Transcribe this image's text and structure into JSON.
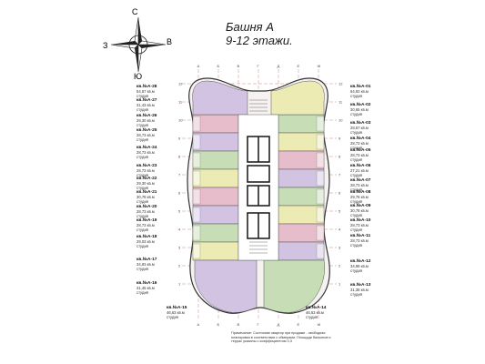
{
  "header": {
    "title": "Башня А",
    "subtitle": "9-12 этажи."
  },
  "compass": {
    "north": "С",
    "south": "Ю",
    "east": "В",
    "west": "З"
  },
  "grid": {
    "columns": [
      "А",
      "Б",
      "В",
      "Г",
      "Д",
      "Е",
      "Ж"
    ],
    "rows": [
      "12",
      "11",
      "10",
      "9",
      "8",
      "7",
      "6",
      "5",
      "4",
      "3",
      "2",
      "1"
    ]
  },
  "apartments_left": [
    {
      "name": "кв.№А-28",
      "area": "54,67 кв.м",
      "type": "студия"
    },
    {
      "name": "кв.№А-27",
      "area": "31,43 кв.м",
      "type": "студия"
    },
    {
      "name": "кв.№А-26",
      "area": "29,30 кв.м",
      "type": "студия"
    },
    {
      "name": "кв.№А-25",
      "area": "28,73 кв.м",
      "type": "студия"
    },
    {
      "name": "кв.№А-24",
      "area": "28,73 кв.м",
      "type": "студия"
    },
    {
      "name": "кв.№А-23",
      "area": "28,73 кв.м",
      "type": "студия"
    },
    {
      "name": "кв.№А-22",
      "area": "29,30 кв.м",
      "type": "студия"
    },
    {
      "name": "кв.№А-21",
      "area": "30,78 кв.м",
      "type": "студия"
    },
    {
      "name": "кв.№А-20",
      "area": "28,73 кв.м",
      "type": "студия"
    },
    {
      "name": "кв.№А-19",
      "area": "28,73 кв.м",
      "type": "студия"
    },
    {
      "name": "кв.№А-18",
      "area": "29,03 кв.м",
      "type": "студия"
    },
    {
      "name": "кв.№А-17",
      "area": "34,93 кв.м",
      "type": "студия"
    },
    {
      "name": "кв.№А-16",
      "area": "31,45 кв.м",
      "type": "студия"
    }
  ],
  "apartments_right": [
    {
      "name": "кв.№А-01",
      "area": "64,92 кв.м",
      "type": "студия"
    },
    {
      "name": "кв.№А-02",
      "area": "30,65 кв.м",
      "type": "студия"
    },
    {
      "name": "кв.№А-03",
      "area": "28,67 кв.м",
      "type": "студия"
    },
    {
      "name": "кв.№А-04",
      "area": "28,73 кв.м",
      "type": "студия"
    },
    {
      "name": "кв.№А-05",
      "area": "28,73 кв.м",
      "type": "студия"
    },
    {
      "name": "кв.№А-06",
      "area": "27,21 кв.м",
      "type": "студия"
    },
    {
      "name": "кв.№А-07",
      "area": "28,73 кв.м",
      "type": "студия"
    },
    {
      "name": "кв.№А-08",
      "area": "29,78 кв.м",
      "type": "студия"
    },
    {
      "name": "кв.№А-09",
      "area": "30,78 кв.м",
      "type": "студия"
    },
    {
      "name": "кв.№А-10",
      "area": "28,73 кв.м",
      "type": "студия"
    },
    {
      "name": "кв.№А-11",
      "area": "28,73 кв.м",
      "type": "студия"
    },
    {
      "name": "кв.№А-12",
      "area": "34,98 кв.м",
      "type": "студия"
    },
    {
      "name": "кв.№А-13",
      "area": "31,38 кв.м",
      "type": "студия"
    }
  ],
  "apartments_bottom": [
    {
      "name": "кв.№А-15",
      "area": "46,63 кв.м",
      "type": "студия"
    },
    {
      "name": "кв.№А-14",
      "area": "46,63 кв.м",
      "type": "студия"
    }
  ],
  "note": "Примечание: Состояние квартир при продаже - свободная планировка в соответствии с обмерами. Площади балконов и террас указаны с коэффициентом 0,3",
  "colors": {
    "pink": "#e7bccb",
    "violet": "#d3c3e2",
    "green": "#c6ddb6",
    "yellow": "#ecebb4",
    "core": "#2a2a2a",
    "grid": "#c46a6a"
  }
}
